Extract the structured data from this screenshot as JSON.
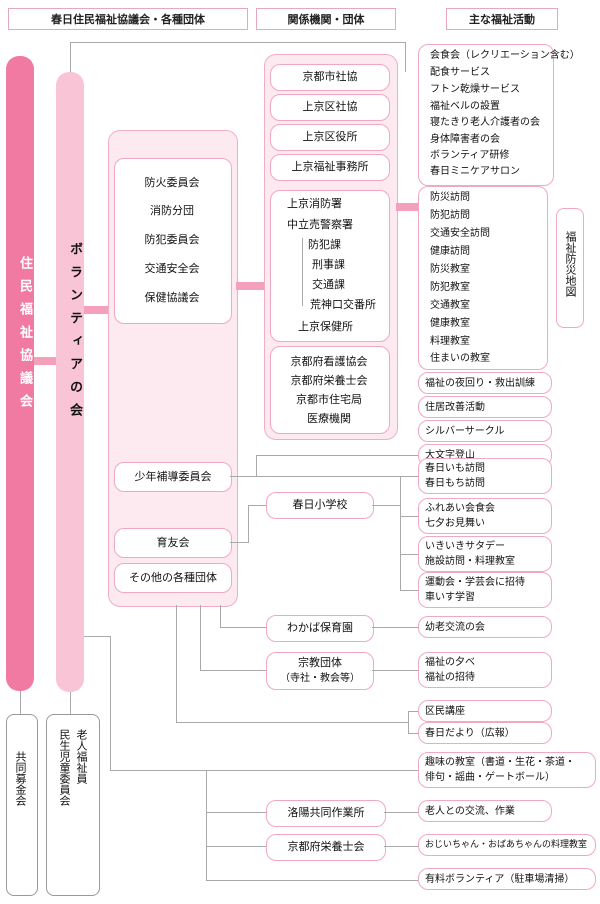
{
  "headers": {
    "col1": "春日住民福祉協議会・各種団体",
    "col2": "関係機関・団体",
    "col3": "主な福祉活動"
  },
  "left_band": "住民福祉協議会",
  "volunteer_band": "ボランティアの会",
  "bottom_left_1": "共同募金会",
  "bottom_left_2": [
    "老人福祉員",
    "民生児童委員会"
  ],
  "committees": [
    "防火委員会",
    "消防分団",
    "防犯委員会",
    "交通安全会",
    "保健協議会"
  ],
  "org_group_a": [
    "京都市社協",
    "上京区社協",
    "上京区役所",
    "上京福祉事務所"
  ],
  "org_group_b": [
    "上京消防署",
    "中立売警察署",
    "防犯課",
    "刑事課",
    "交通課",
    "荒神口交番所",
    "上京保健所"
  ],
  "org_group_c": [
    "京都府看護協会",
    "京都府栄養士会",
    "京都市住宅局",
    "医療機関"
  ],
  "activities_a": [
    "会食会（レクリエーション含む）",
    "配食サービス",
    "フトン乾燥サービス",
    "福祉ベルの設置",
    "寝たきり老人介護者の会",
    "身体障害者の会",
    "ボランティア研修",
    "春日ミニケアサロン"
  ],
  "activities_b": [
    "防災訪問",
    "防犯訪問",
    "交通安全訪問",
    "健康訪問",
    "防災教室",
    "防犯教室",
    "交通教室",
    "健康教室",
    "料理教室",
    "住まいの教室"
  ],
  "map_label": "福祉防災地図",
  "act_single": [
    "福祉の夜回り・救出訓練",
    "住居改善活動",
    "シルバーサークル",
    "大文字登山"
  ],
  "youth": "少年補導委員会",
  "ikuyu": "育友会",
  "others": "その他の各種団体",
  "school": "春日小学校",
  "school_acts": [
    "春日いも訪問",
    "春日もち訪問",
    "ふれあい会食会",
    "七夕お見舞い",
    "いきいきサタデー",
    "施設訪問・料理教室",
    "運動会・学芸会に招待",
    "車いす学習"
  ],
  "nursery": "わかば保育園",
  "nursery_act": "幼老交流の会",
  "religious": "宗教団体",
  "religious_sub": "（寺社・教会等）",
  "religious_acts": [
    "福祉の夕べ",
    "福祉の招待"
  ],
  "kumin": [
    "区民講座",
    "春日だより（広報）"
  ],
  "hobby": [
    "趣味の教室（書道・生花・茶道・",
    "俳句・謡曲・ゲートボール）"
  ],
  "rakuyo": "洛陽共同作業所",
  "rakuyo_act": "老人との交流、作業",
  "eiyoshi": "京都府栄養士会",
  "eiyoshi_act": "おじいちゃん・おばあちゃんの料理教室",
  "paid_vol": "有料ボランティア（駐車場清掃）",
  "colors": {
    "band": "#f07aa2",
    "band_light": "#f8c4d6",
    "panel": "#fde9f0",
    "border": "#f0a9c0",
    "line": "#aaaaaa"
  }
}
